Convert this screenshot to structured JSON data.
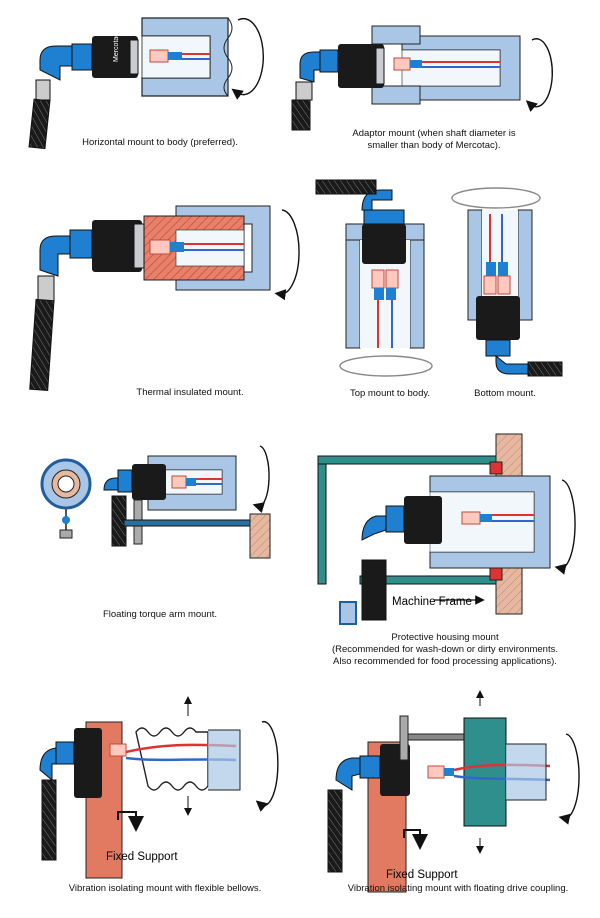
{
  "brand": "Mercotac",
  "captions": {
    "horizontal": "Horizontal mount to body (preferred).",
    "adaptor_1": "Adaptor mount (when shaft diameter is",
    "adaptor_2": "smaller than body of Mercotac).",
    "thermal": "Thermal insulated mount.",
    "top": "Top mount to body.",
    "bottom": "Bottom mount.",
    "floating": "Floating torque arm mount.",
    "protective_1": "Protective housing mount",
    "protective_2": "(Recommended for wash-down or dirty environments.",
    "protective_3": "Also recommended for food processing applications).",
    "bellows": "Vibration isolating mount with flexible bellows.",
    "coupling": "Vibration isolating mount with floating drive coupling."
  },
  "labels": {
    "machine_frame": "Machine Frame",
    "fixed_support_1": "Fixed Support",
    "fixed_support_2": "Fixed Support"
  },
  "colors": {
    "shaft_blue": "#a9c6e6",
    "connector_blue": "#1f7fd0",
    "housing_teal": "#2f8f8c",
    "insulation_orange": "#e8806a",
    "support_salmon": "#e27a62",
    "wood": "#e7b8a0"
  }
}
